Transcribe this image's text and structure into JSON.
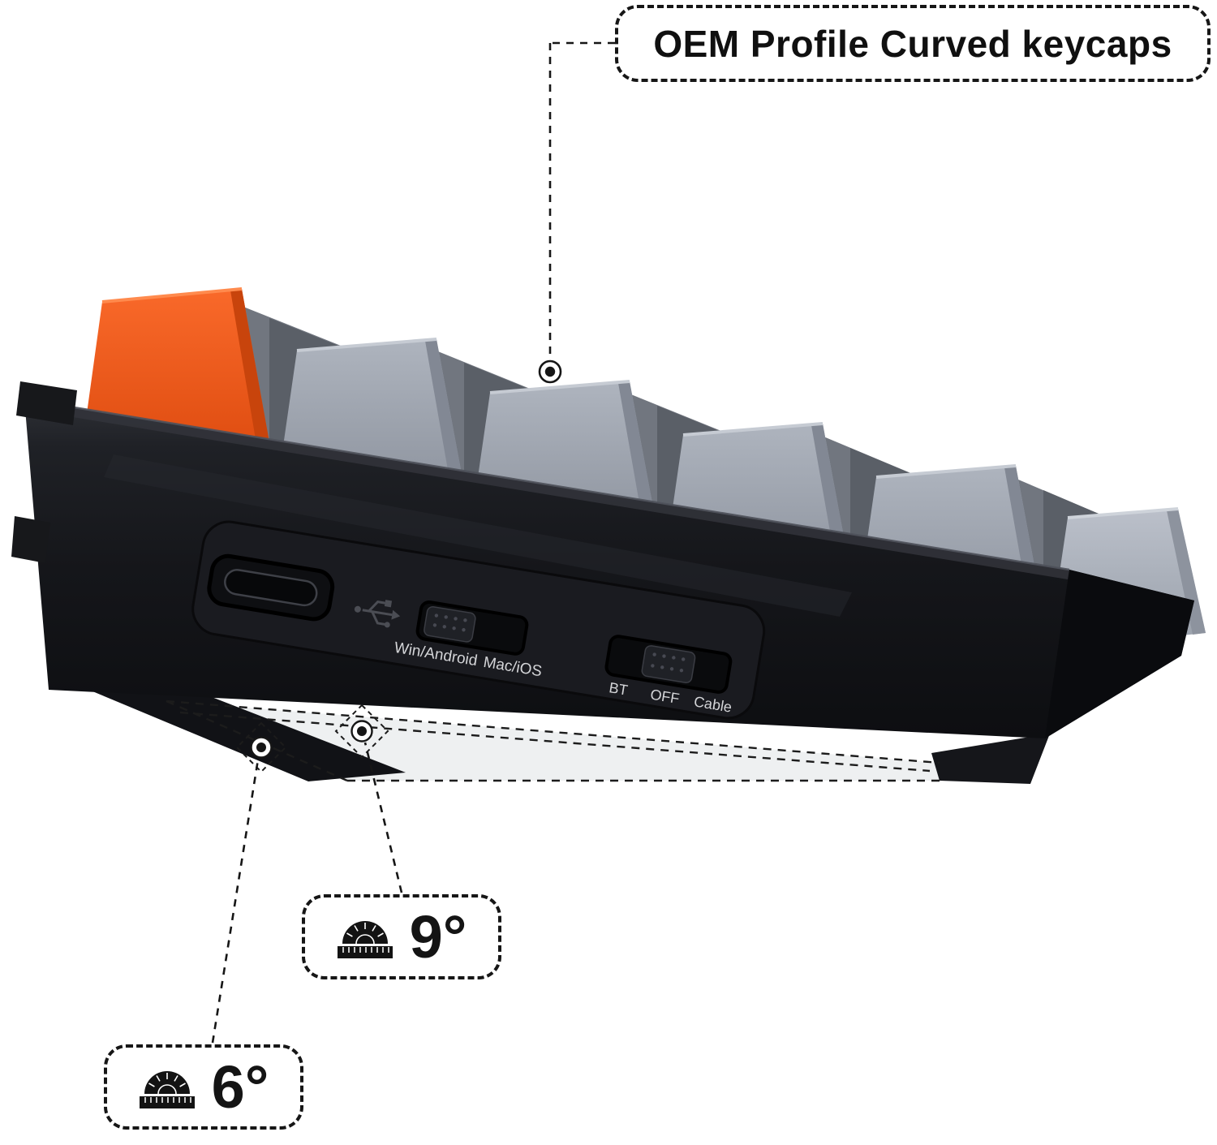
{
  "callouts": {
    "keycaps": {
      "label": "OEM Profile Curved keycaps"
    },
    "typing_angle_high": {
      "label": "9°"
    },
    "typing_angle_low": {
      "label": "6°"
    }
  },
  "keyboard": {
    "os_switch": {
      "left_label": "Win/Android",
      "right_label": "Mac/iOS"
    },
    "mode_switch": {
      "labels": [
        "BT",
        "OFF",
        "Cable"
      ]
    }
  },
  "colors": {
    "accent_orange": "#f4561f",
    "keycap_gray": "#9aa0ac",
    "case_black": "#17181c",
    "callout_border": "#161616"
  }
}
